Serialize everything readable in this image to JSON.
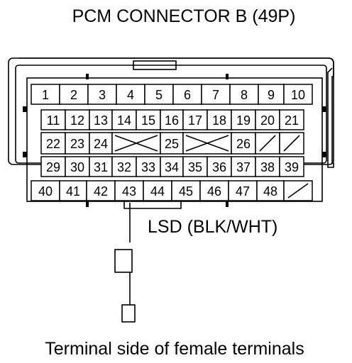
{
  "title": "PCM CONNECTOR B (49P)",
  "callout_label": "LSD (BLK/WHT)",
  "footer": "Terminal side of female terminals",
  "rows": [
    [
      "1",
      "2",
      "3",
      "4",
      "5",
      "6",
      "7",
      "8",
      "9",
      "10"
    ],
    [
      "11",
      "12",
      "13",
      "14",
      "15",
      "16",
      "17",
      "18",
      "19",
      "20",
      "21"
    ],
    [
      "22",
      "23",
      "24",
      "",
      "25",
      "",
      "26",
      "",
      ""
    ],
    [
      "29",
      "30",
      "31",
      "32",
      "33",
      "34",
      "35",
      "36",
      "37",
      "38",
      "39"
    ],
    [
      "40",
      "41",
      "42",
      "43",
      "44",
      "45",
      "46",
      "47",
      "48",
      ""
    ]
  ],
  "highlighted_pin": "43"
}
